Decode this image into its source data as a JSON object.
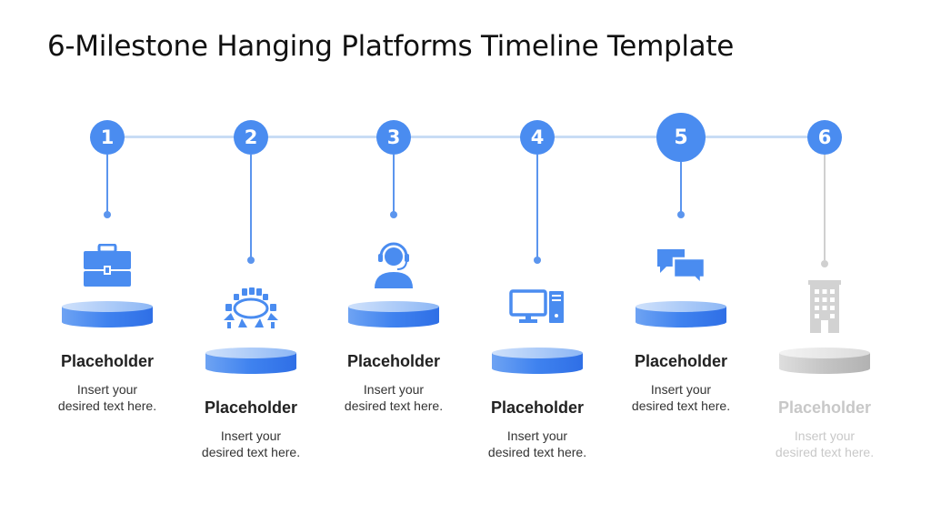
{
  "title": "6-Milestone Hanging Platforms Timeline Template",
  "milestones": [
    {
      "number": "1",
      "label": "Placeholder",
      "desc_line1": "Insert your",
      "desc_line2": "desired text here.",
      "icon": "briefcase-icon"
    },
    {
      "number": "2",
      "label": "Placeholder",
      "desc_line1": "Insert your",
      "desc_line2": "desired text here.",
      "icon": "meeting-table-icon"
    },
    {
      "number": "3",
      "label": "Placeholder",
      "desc_line1": "Insert your",
      "desc_line2": "desired text here.",
      "icon": "headset-user-icon"
    },
    {
      "number": "4",
      "label": "Placeholder",
      "desc_line1": "Insert your",
      "desc_line2": "desired text here.",
      "icon": "desktop-computer-icon"
    },
    {
      "number": "5",
      "label": "Placeholder",
      "desc_line1": "Insert your",
      "desc_line2": "desired text here.",
      "icon": "chat-bubbles-icon"
    },
    {
      "number": "6",
      "label": "Placeholder",
      "desc_line1": "Insert your",
      "desc_line2": "desired text here.",
      "icon": "office-building-icon"
    }
  ],
  "colors": {
    "accent": "#4a8cf0",
    "line": "#c8dcf5",
    "faded": "#c8c8c8"
  }
}
